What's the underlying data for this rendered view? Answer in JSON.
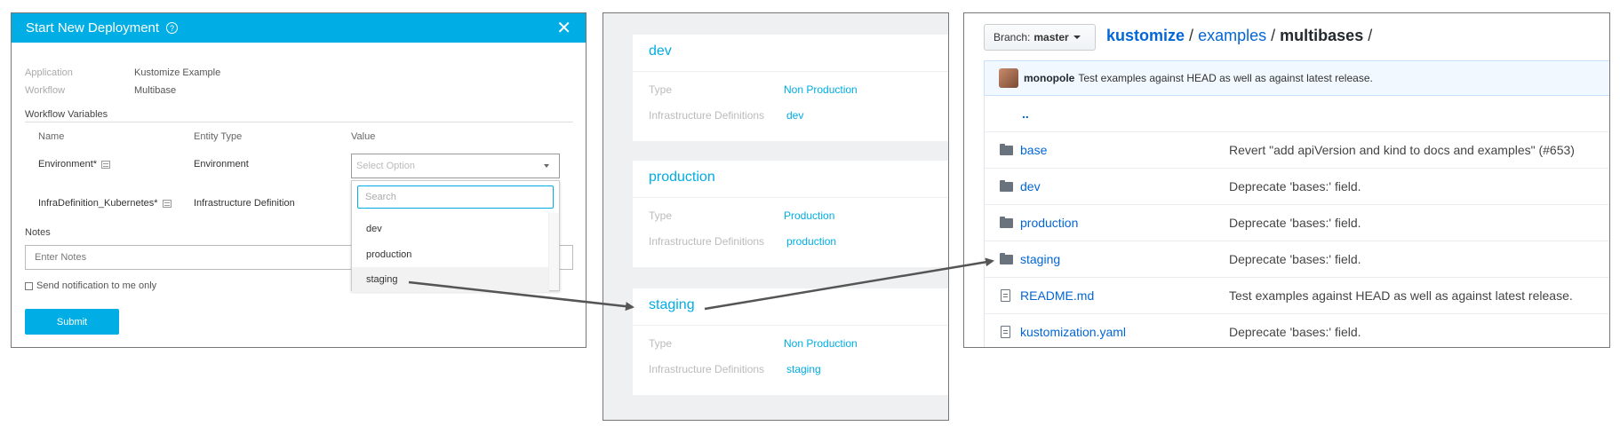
{
  "dialog": {
    "title": "Start New Deployment",
    "application_label": "Application",
    "application_value": "Kustomize Example",
    "workflow_label": "Workflow",
    "workflow_value": "Multibase",
    "section_label": "Workflow Variables",
    "columns": {
      "name": "Name",
      "entity_type": "Entity Type",
      "value": "Value"
    },
    "rows": [
      {
        "name": "Environment*",
        "entity_type": "Environment"
      },
      {
        "name": "InfraDefinition_Kubernetes*",
        "entity_type": "Infrastructure Definition"
      }
    ],
    "select_placeholder": "Select Option",
    "dropdown": {
      "search_placeholder": "Search",
      "options": [
        "dev",
        "production",
        "staging"
      ],
      "highlighted": "staging"
    },
    "notes_label": "Notes",
    "notes_placeholder": "Enter Notes",
    "checkbox_label": "Send notification to me only",
    "submit_label": "Submit",
    "accent_color": "#00ade4"
  },
  "environments": {
    "type_label": "Type",
    "infra_label": "Infrastructure Definitions",
    "items": [
      {
        "name": "dev",
        "type": "Non Production",
        "infra": "dev"
      },
      {
        "name": "production",
        "type": "Production",
        "infra": "production"
      },
      {
        "name": "staging",
        "type": "Non Production",
        "infra": "staging"
      }
    ]
  },
  "repo": {
    "branch_label": "Branch:",
    "branch_name": "master",
    "breadcrumb": {
      "root": "kustomize",
      "mid": "examples",
      "current": "multibases",
      "sep": "/"
    },
    "commit": {
      "author": "monopole",
      "message": "Test examples against HEAD as well as against latest release."
    },
    "parent_dir": "..",
    "files": [
      {
        "name": "base",
        "kind": "folder",
        "message": "Revert \"add apiVersion and kind to docs and examples\" (#653)"
      },
      {
        "name": "dev",
        "kind": "folder",
        "message": "Deprecate 'bases:' field."
      },
      {
        "name": "production",
        "kind": "folder",
        "message": "Deprecate 'bases:' field."
      },
      {
        "name": "staging",
        "kind": "folder",
        "message": "Deprecate 'bases:' field."
      },
      {
        "name": "README.md",
        "kind": "file",
        "message": "Test examples against HEAD as well as against latest release."
      },
      {
        "name": "kustomization.yaml",
        "kind": "file",
        "message": "Deprecate 'bases:' field."
      }
    ],
    "link_color": "#0366d6"
  }
}
